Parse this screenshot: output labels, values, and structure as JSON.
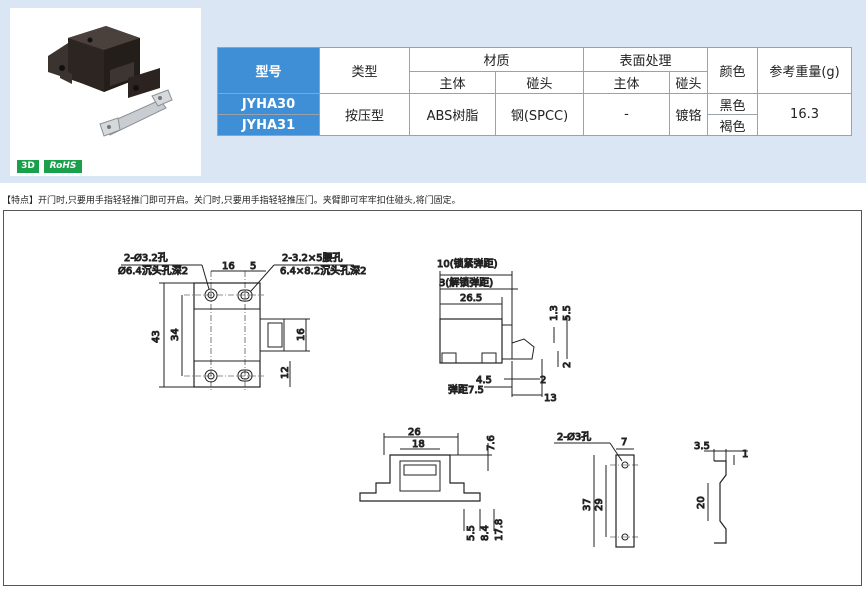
{
  "badges": {
    "three_d": "3D",
    "rohs": "RoHS"
  },
  "table": {
    "headers": {
      "model": "型号",
      "type": "类型",
      "material": "材质",
      "surface": "表面处理",
      "color": "颜色",
      "weight": "参考重量(g)",
      "material_main": "主体",
      "material_catch": "碰头",
      "surface_main": "主体",
      "surface_catch": "碰头"
    },
    "rows": [
      {
        "model": "JYHA30",
        "color": "黑色"
      },
      {
        "model": "JYHA31",
        "color": "褐色"
      }
    ],
    "shared": {
      "type": "按压型",
      "material_main": "ABS树脂",
      "material_catch": "钢(SPCC)",
      "surface_main": "-",
      "surface_catch": "镀铬",
      "weight": "16.3"
    }
  },
  "feature_text": "【特点】开门时,只要用手指轻轻推门即可开启。关门时,只要用手指轻轻推压门。夹臂即可牢牢扣住碰头,将门固定。",
  "dims": {
    "hole1_a": "2-Ø3.2孔",
    "hole1_b": "Ø6.4沉头孔深2",
    "hole2_a": "2-3.2×5腰孔",
    "hole2_b": "6.4×8.2沉头孔深2",
    "d16": "16",
    "d5": "5",
    "d43": "43",
    "d34": "34",
    "d16v": "16",
    "d12": "12",
    "lock": "10(锁紧弹距)",
    "unlock": "3(解锁弹距)",
    "d26_5": "26.5",
    "d1_3": "1.3",
    "d5_5": "5.5",
    "d2v": "2",
    "d4_5": "4.5",
    "d2": "2",
    "spring": "弹距7.5",
    "d13": "13",
    "d26": "26",
    "d18": "18",
    "d7_6": "7.6",
    "d5_5b": "5.5",
    "d8_4": "8.4",
    "d17_8": "17.8",
    "plate_hole": "2-Ø3孔",
    "d7": "7",
    "d37": "37",
    "d29": "29",
    "d3_5": "3.5",
    "d1": "1",
    "d20": "20"
  }
}
